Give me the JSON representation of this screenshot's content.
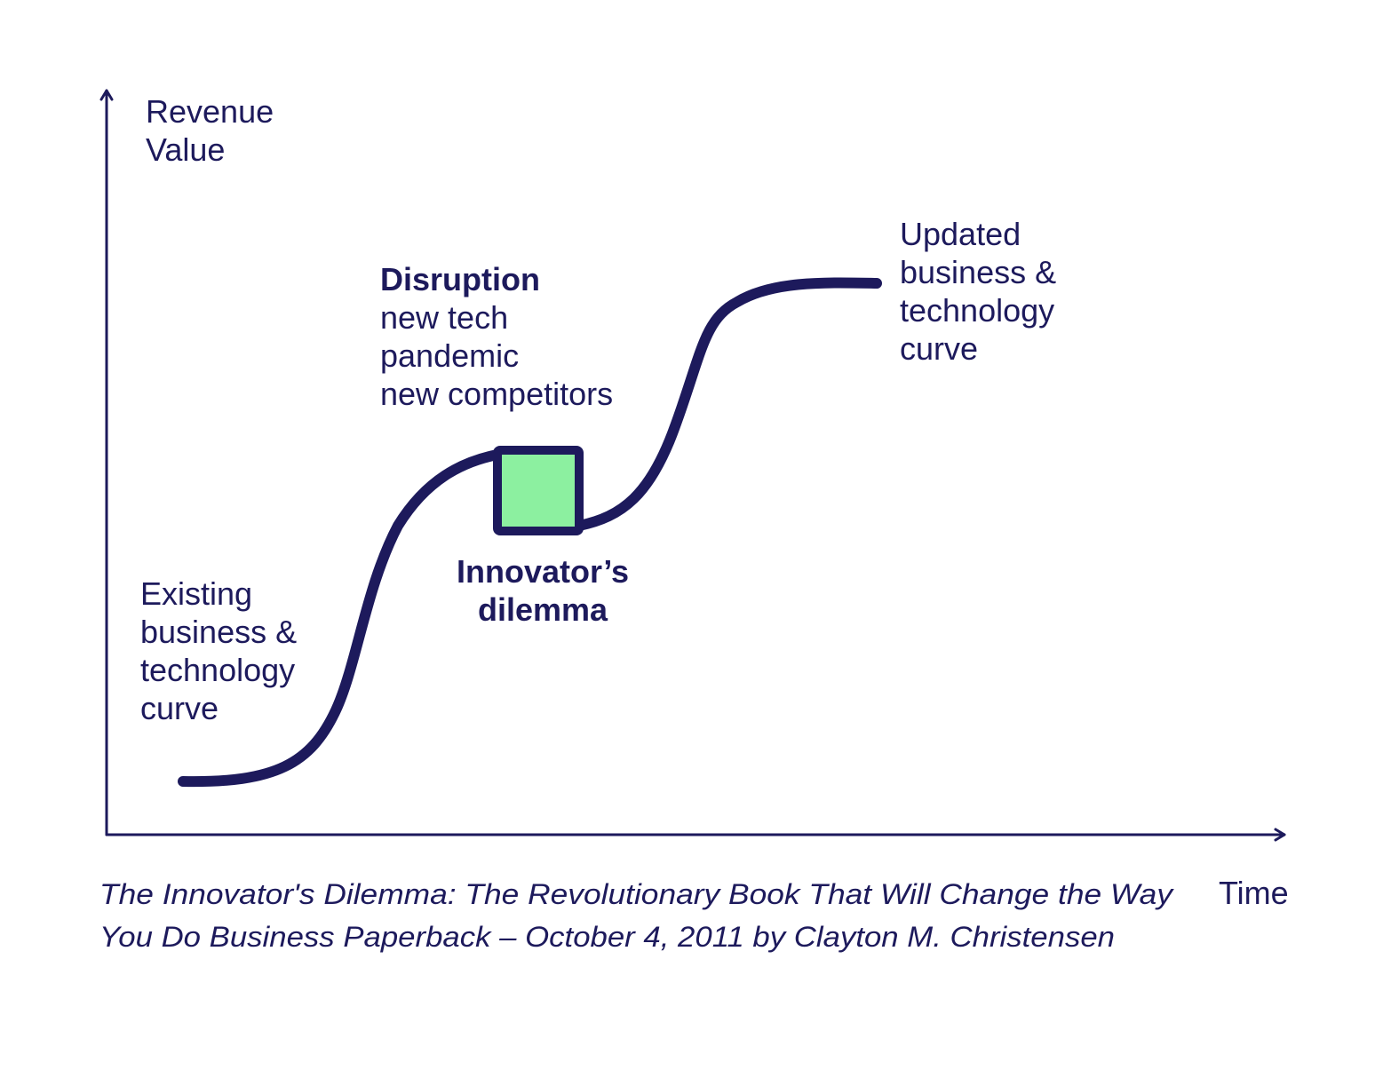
{
  "colors": {
    "ink": "#1d1a5c",
    "accent": "#8cf0a0",
    "background": "#ffffff"
  },
  "axes": {
    "y_label_line1": "Revenue",
    "y_label_line2": "Value",
    "x_label": "Time"
  },
  "existing_curve_label": [
    "Existing",
    "business &",
    "technology",
    "curve"
  ],
  "updated_curve_label": [
    "Updated",
    "business &",
    "technology",
    "curve"
  ],
  "disruption": {
    "heading": "Disruption",
    "items": [
      "new tech",
      "pandemic",
      "new competitors"
    ]
  },
  "dilemma_label": [
    "Innovator’s",
    "dilemma"
  ],
  "citation": [
    "The Innovator's Dilemma: The Revolutionary Book That Will Change the Way",
    "You Do Business Paperback – October 4, 2011 by Clayton M. Christensen"
  ]
}
